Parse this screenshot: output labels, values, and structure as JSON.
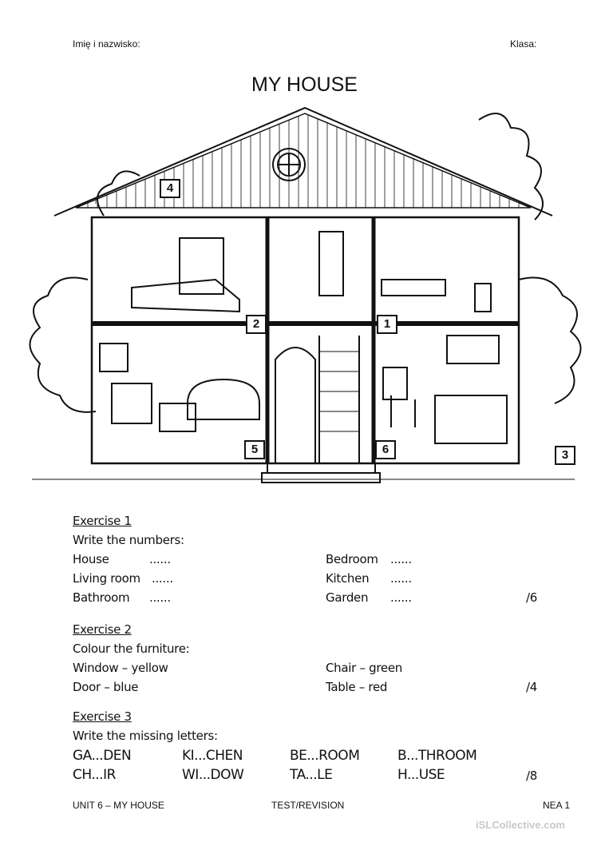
{
  "header": {
    "name_label": "Imię i nazwisko:",
    "class_label": "Klasa:"
  },
  "title": "MY HOUSE",
  "illustration": {
    "labels": [
      "1",
      "2",
      "3",
      "4",
      "5",
      "6"
    ]
  },
  "exercise1": {
    "heading": "Exercise 1",
    "instruction": "Write the numbers:",
    "items": [
      {
        "word": "House",
        "blank": "......"
      },
      {
        "word": "Living room",
        "blank": "......"
      },
      {
        "word": "Bathroom",
        "blank": "......"
      },
      {
        "word": "Bedroom",
        "blank": "......"
      },
      {
        "word": "Kitchen",
        "blank": "......"
      },
      {
        "word": "Garden",
        "blank": "......"
      }
    ],
    "score": "/6"
  },
  "exercise2": {
    "heading": "Exercise 2",
    "instruction": "Colour the furniture:",
    "items": [
      "Window – yellow",
      "Door – blue",
      "Chair – green",
      "Table – red"
    ],
    "score": "/4"
  },
  "exercise3": {
    "heading": "Exercise 3",
    "instruction": "Write the missing letters:",
    "words": [
      "GA...DEN",
      "KI...CHEN",
      "BE...ROOM",
      "B...THROOM",
      "CH...IR",
      "WI...DOW",
      "TA...LE",
      "H...USE"
    ],
    "score": "/8"
  },
  "footer": {
    "left": "UNIT 6 – MY HOUSE",
    "center": "TEST/REVISION",
    "right": "NEA 1"
  },
  "watermark": "iSLCollective.com"
}
